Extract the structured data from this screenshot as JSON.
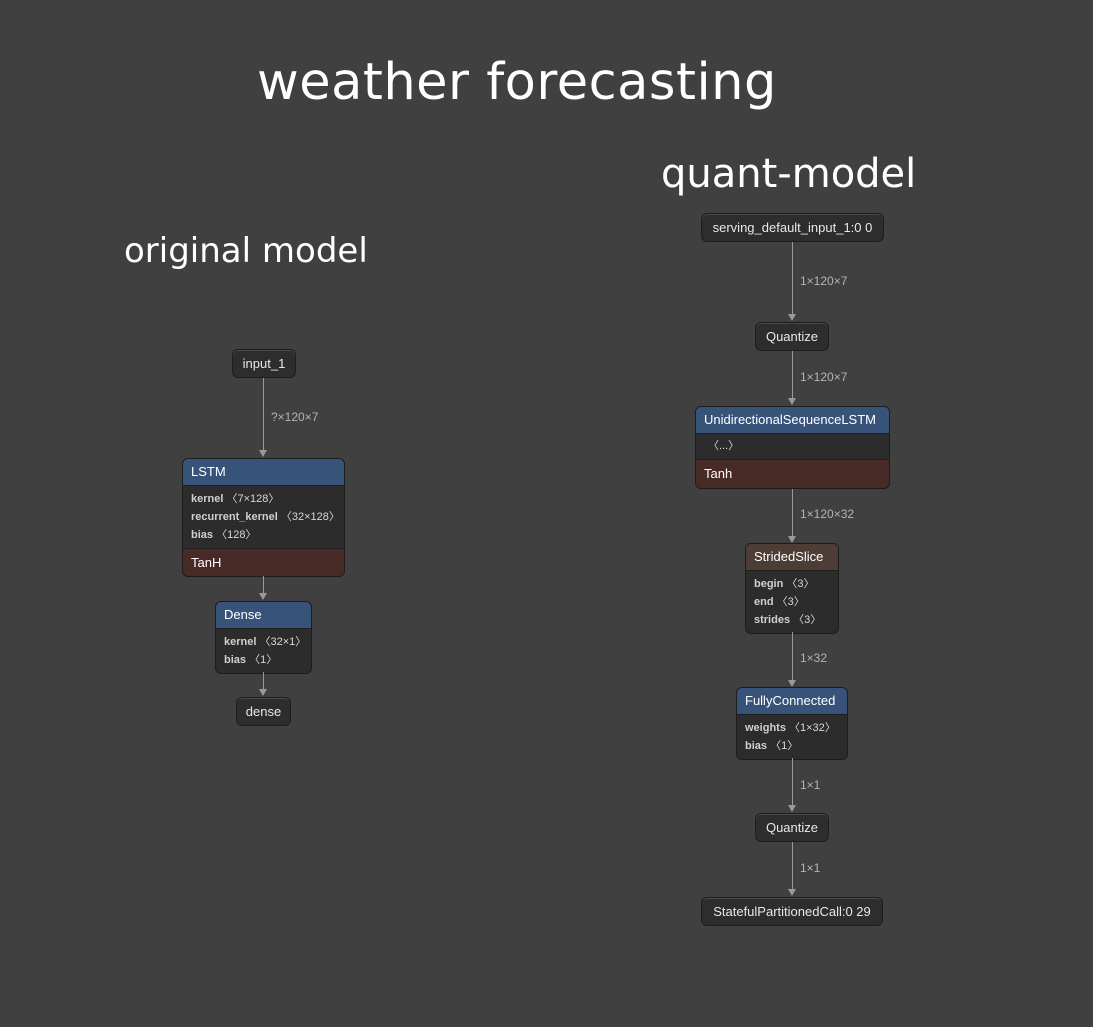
{
  "titles": {
    "main": "weather forecasting",
    "original": "original model",
    "quant": "quant-model"
  },
  "original_model": {
    "input": {
      "label": "input_1"
    },
    "edges": [
      "?×120×7"
    ],
    "lstm": {
      "name": "LSTM",
      "attrs": [
        {
          "key": "kernel",
          "value": "〈7×128〉"
        },
        {
          "key": "recurrent_kernel",
          "value": "〈32×128〉"
        },
        {
          "key": "bias",
          "value": "〈128〉"
        }
      ],
      "activation": "TanH"
    },
    "dense": {
      "name": "Dense",
      "attrs": [
        {
          "key": "kernel",
          "value": "〈32×1〉"
        },
        {
          "key": "bias",
          "value": "〈1〉"
        }
      ]
    },
    "output": {
      "label": "dense"
    }
  },
  "quant_model": {
    "input": {
      "label": "serving_default_input_1:0 0"
    },
    "edges": [
      "1×120×7",
      "1×120×7",
      "1×120×32",
      "1×32",
      "1×1",
      "1×1"
    ],
    "quantize1": {
      "name": "Quantize"
    },
    "lstm": {
      "name": "UnidirectionalSequenceLSTM",
      "ellipsis": "〈...〉",
      "activation": "Tanh"
    },
    "strided_slice": {
      "name": "StridedSlice",
      "attrs": [
        {
          "key": "begin",
          "value": "〈3〉"
        },
        {
          "key": "end",
          "value": "〈3〉"
        },
        {
          "key": "strides",
          "value": "〈3〉"
        }
      ]
    },
    "fully_connected": {
      "name": "FullyConnected",
      "attrs": [
        {
          "key": "weights",
          "value": "〈1×32〉"
        },
        {
          "key": "bias",
          "value": "〈1〉"
        }
      ]
    },
    "quantize2": {
      "name": "Quantize"
    },
    "output": {
      "label": "StatefulPartitionedCall:0 29"
    }
  },
  "colors": {
    "background": "#404040",
    "node_header_layer": "#38537a",
    "node_header_transform": "#4c3d37",
    "node_activation": "#482a26",
    "node_body": "#2c2c2c",
    "edge": "#9a9a9a"
  }
}
